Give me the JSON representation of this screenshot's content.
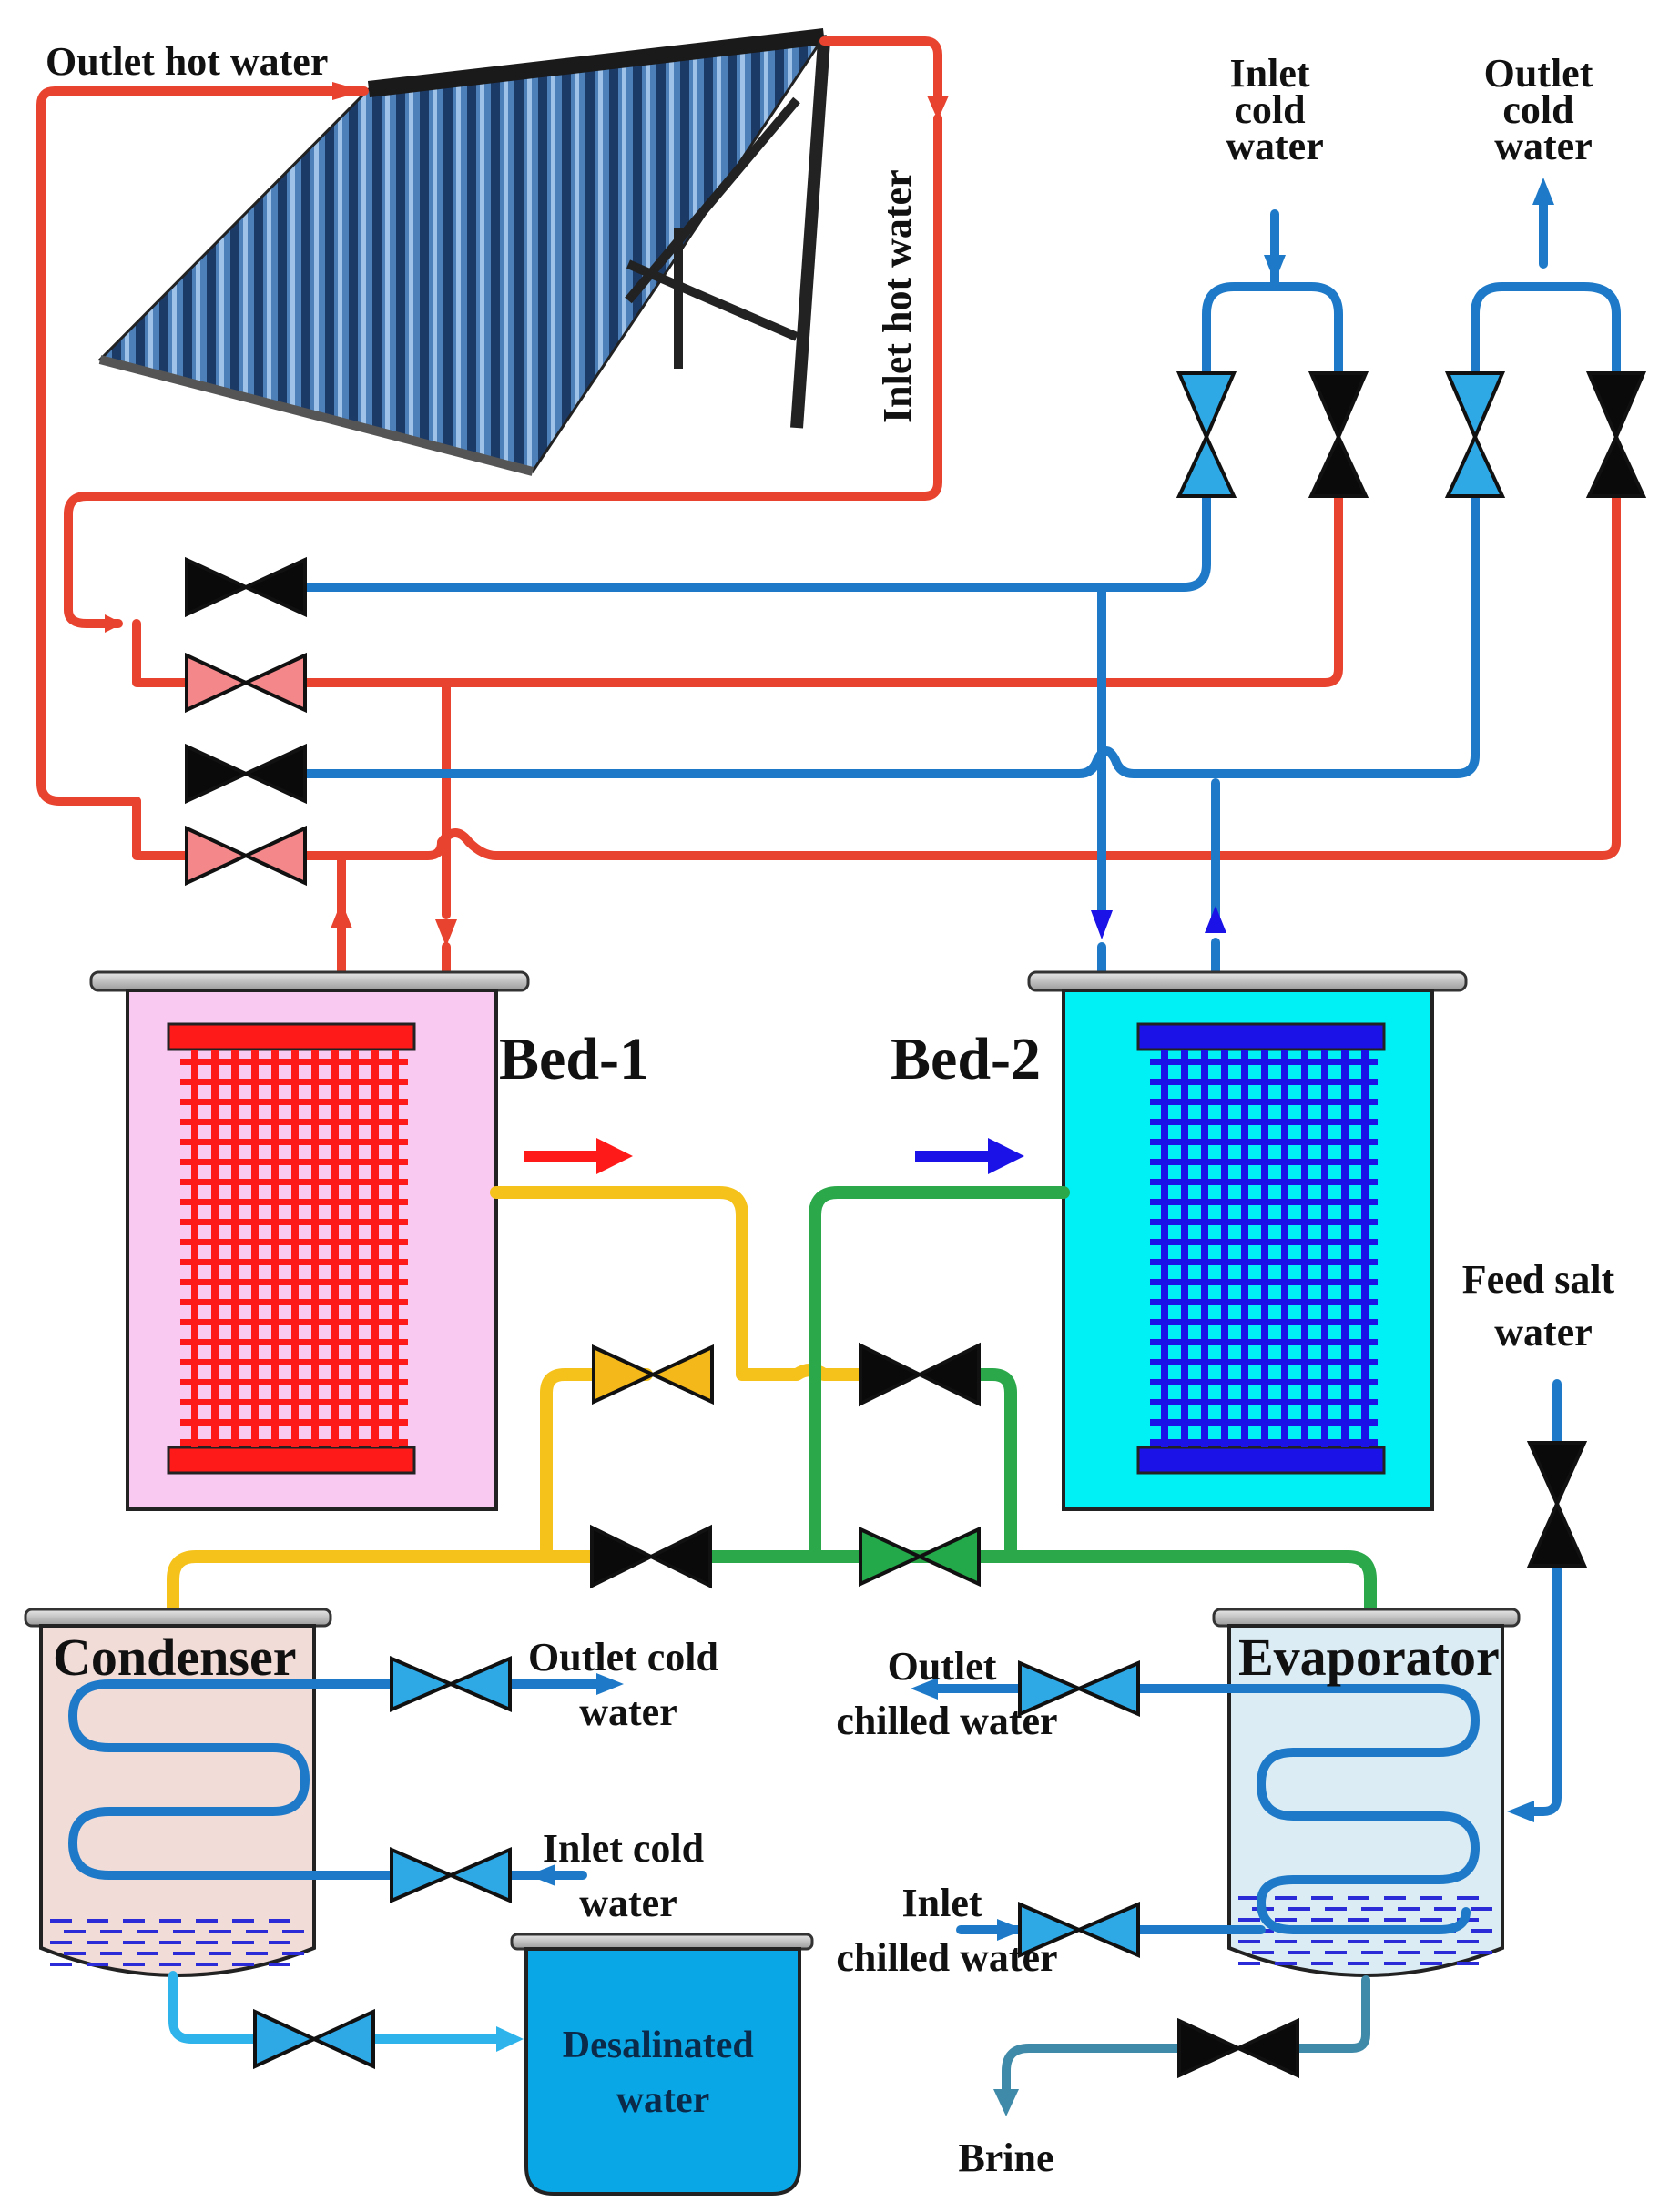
{
  "labels": {
    "outlet_hot_water": "Outlet hot water",
    "inlet_hot_water": "Inlet hot water",
    "inlet_cold_water_top": [
      "Inlet",
      "cold",
      "water"
    ],
    "outlet_cold_water_top": [
      "Outlet",
      "cold",
      "water"
    ],
    "bed1": "Bed-1",
    "bed2": "Bed-2",
    "feed_salt_water": [
      "Feed salt",
      "water"
    ],
    "condenser": "Condenser",
    "evaporator": "Evaporator",
    "outlet_cold_water_cond": [
      "Outlet cold",
      "water"
    ],
    "inlet_cold_water_cond": [
      "Inlet cold",
      "water"
    ],
    "outlet_chilled_water": [
      "Outlet",
      "chilled water"
    ],
    "inlet_chilled_water": [
      "Inlet",
      "chilled water"
    ],
    "desalinated_water": [
      "Desalinated",
      "water"
    ],
    "brine": "Brine"
  },
  "colors": {
    "hot_pipe": "#e8432e",
    "cold_pipe": "#1e7ac8",
    "vapor_yellow": "#f5c21b",
    "vapor_green": "#2aa84a",
    "bed1_fill": "#f9c9f2",
    "bed2_fill": "#00f1f5",
    "hx_red": "#ff1a1a",
    "hx_blue": "#1a12e6",
    "condenser_fill": "#f2dcd8",
    "evaporator_fill": "#dcecf4",
    "desal_fill": "#0aa7e6",
    "valve_black": "#0a0a0a",
    "valve_pink": "#f3878a",
    "valve_blue": "#2fa8e6",
    "valve_green": "#23a84a",
    "valve_orange": "#f5b81b",
    "brine_pipe": "#3f8aa8"
  },
  "icons": [
    "solar-collector-icon",
    "valve-icon",
    "heat-exchanger-icon",
    "coil-icon",
    "flow-arrow-icon"
  ]
}
